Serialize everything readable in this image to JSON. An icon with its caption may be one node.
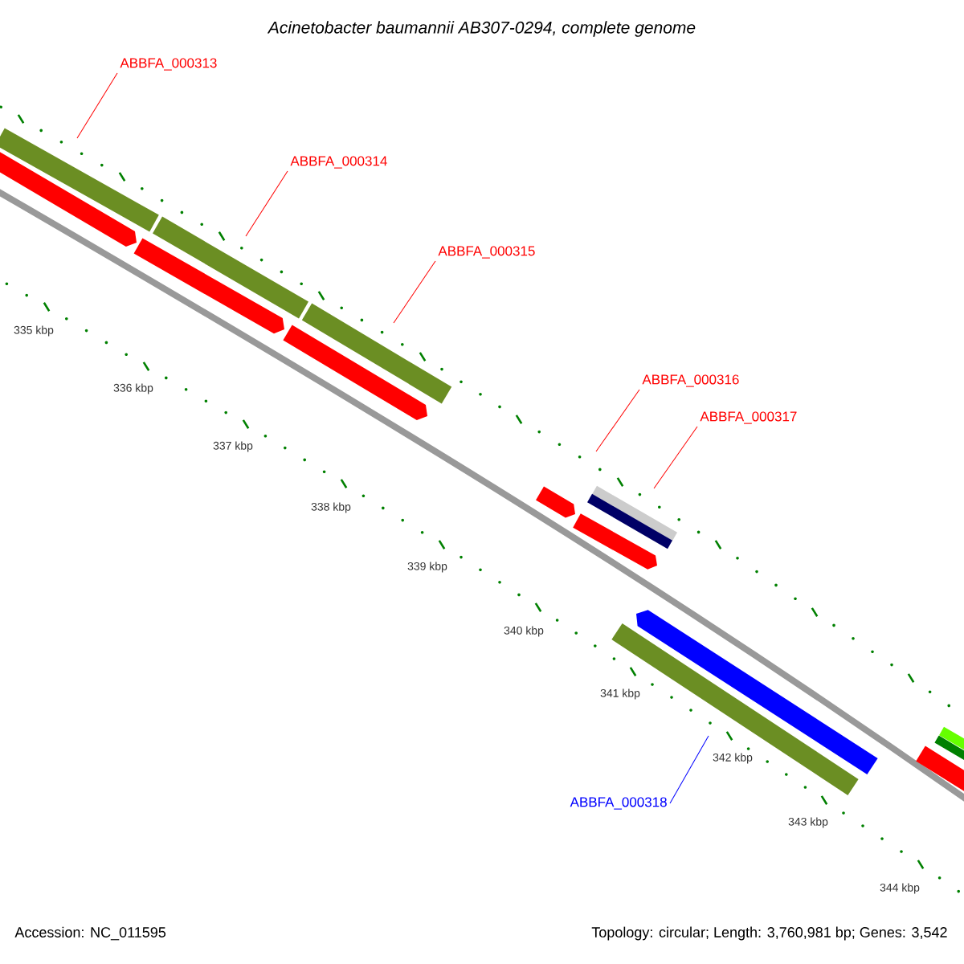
{
  "diagram": {
    "title": "Acinetobacter baumannii AB307-0294, complete genome",
    "nodes": [
      {
        "text": [
          "ABBFA_000313"
        ]
      },
      {
        "text": [
          "ABBFA_000314"
        ]
      },
      {
        "text": [
          "ABBFA_000315"
        ]
      },
      {
        "text": [
          "ABBFA_000316"
        ]
      },
      {
        "text": [
          "ABBFA_000317"
        ]
      },
      {
        "text": [
          "ABBFA_000318"
        ]
      }
    ],
    "edges": [
      {
        "from": 0,
        "to": null,
        "arrow": "none"
      },
      {
        "from": 1,
        "to": null,
        "arrow": "none"
      },
      {
        "from": 2,
        "to": null,
        "arrow": "none"
      },
      {
        "from": 3,
        "to": null,
        "arrow": "none"
      },
      {
        "from": 4,
        "to": null,
        "arrow": "none"
      },
      {
        "from": 5,
        "to": null,
        "arrow": "none",
        "color": "#0000ff"
      }
    ],
    "labels": [
      "335 kbp",
      "336 kbp",
      "337 kbp",
      "338 kbp",
      "339 kbp",
      "340 kbp",
      "341 kbp",
      "342 kbp",
      "343 kbp",
      "344 kbp",
      "Accession: NC_011595",
      "Topology: circular; Length: 3,760,981 bp; Genes: 3,542"
    ]
  }
}
